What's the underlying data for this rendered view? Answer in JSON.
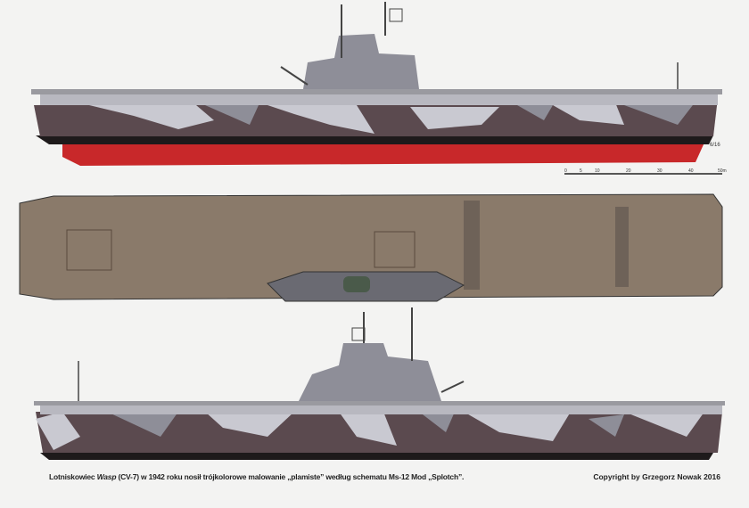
{
  "caption": {
    "prefix": "Lotniskowiec ",
    "ship_name": "Wasp",
    "suffix": " (CV-7) w 1942 roku nosił trójkolorowe malowanie „plamiste” według schematu Ms-12 Mod „Splotch”."
  },
  "copyright": "Copyright by Grzegorz Nowak 2016",
  "scale_bar": {
    "labels": [
      "0",
      "5",
      "10",
      "20",
      "30",
      "40",
      "50m"
    ]
  },
  "hull_number_mark": "6/16",
  "colors": {
    "background": "#f3f3f2",
    "hull_dark": "#5b4a4f",
    "camo_light": "#c9c9d1",
    "camo_mid": "#8e8e98",
    "boot_top": "#1e1a1b",
    "antifouling_red": "#c8282a",
    "deck": "#8a7a6a"
  }
}
